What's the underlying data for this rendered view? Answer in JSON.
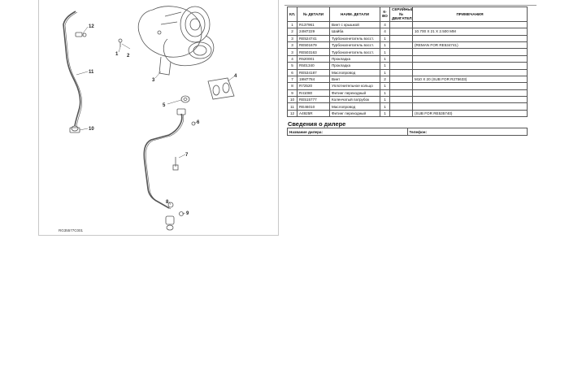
{
  "diagram": {
    "reference": "RG35577C001",
    "callouts": [
      "1",
      "2",
      "3",
      "4",
      "5",
      "6",
      "7",
      "8",
      "9",
      "10",
      "11",
      "12"
    ]
  },
  "header_strip": "",
  "parts_table": {
    "headers": [
      "КЛ.",
      "№ ДЕТАЛИ",
      "НАИМ. ДЕТАЛИ",
      "К-ВО",
      "СЕРИЙНЫЙ № ДВИГАТЕЛЯ",
      "ПРИМЕЧАНИЯ"
    ],
    "rows": [
      [
        "1",
        "R137961",
        "Винт с крышкой",
        "4",
        "",
        ""
      ],
      [
        "2",
        "24M7229",
        "Шайба",
        "4",
        "",
        "10.700 X 21 X 2.500 MM"
      ],
      [
        "3",
        "RE524741",
        "Турбонагнетатель восст.",
        "1",
        "",
        ""
      ],
      [
        "3",
        "RE501679",
        "Турбонагнетатель восст.",
        "1",
        "",
        "(REMAN FOR RE534741)"
      ],
      [
        "3",
        "RE503163",
        "Турбонагнетатель восст.",
        "1",
        "",
        ""
      ],
      [
        "4",
        "R520001",
        "Прокладка",
        "1",
        "",
        ""
      ],
      [
        "5",
        "R501340",
        "Прокладка",
        "1",
        "",
        ""
      ],
      [
        "6",
        "RE534187",
        "Маслопровод",
        "1",
        "",
        ""
      ],
      [
        "7",
        "19M7784",
        "Винт",
        "2",
        "",
        "M10 X 20 (SUB FOR R275633)"
      ],
      [
        "8",
        "R72520",
        "Уплотнительное кольцо",
        "1",
        "",
        ""
      ],
      [
        "9",
        "R41080",
        "Фитинг переходный",
        "1",
        "",
        ""
      ],
      [
        "10",
        "RE515777",
        "Коленчатый патрубок",
        "1",
        "",
        ""
      ],
      [
        "11",
        "RE46010",
        "Маслопровод",
        "1",
        "",
        ""
      ],
      [
        "12",
        "A4925R",
        "Фитинг переходный",
        "1",
        "",
        "(SUB FOR RE535740)"
      ]
    ]
  },
  "dealer": {
    "title": "Сведения о дилере",
    "name_label": "Название дилера:",
    "phone_label": "Телефон:"
  },
  "colors": {
    "line": "#555555",
    "border": "#c8c8c8"
  }
}
